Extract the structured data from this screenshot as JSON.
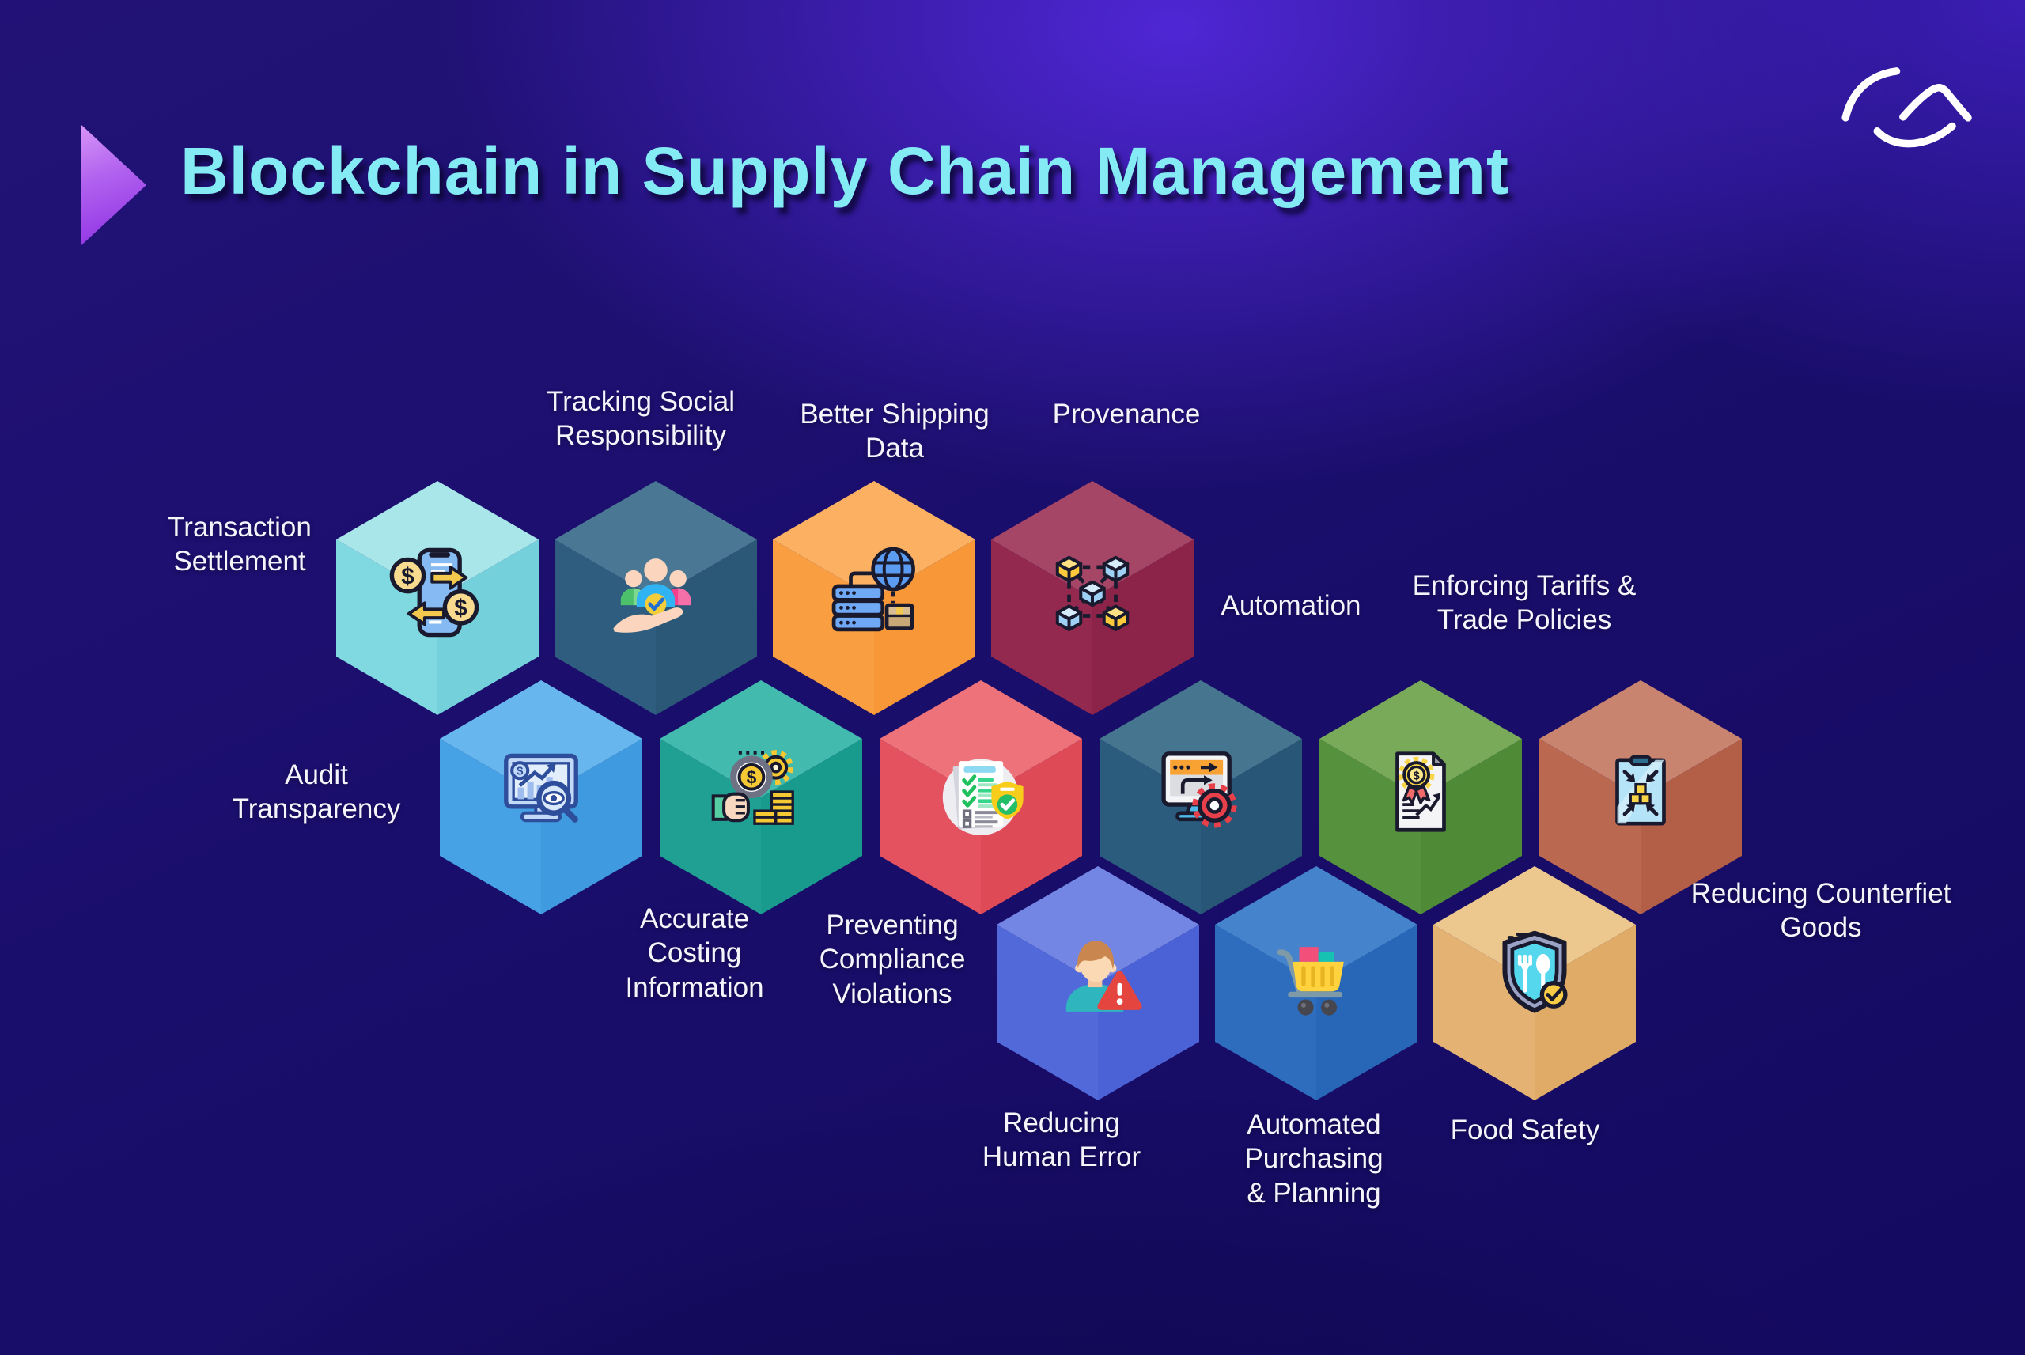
{
  "header": {
    "title": "Blockchain in Supply Chain Management",
    "title_color": "#84EAF4",
    "arrow_color_top": "#D795F7",
    "arrow_color_bottom": "#8A2BE2",
    "logo_icon": "brand-swoosh-logo"
  },
  "background": {
    "base": "#140A60",
    "glow": "#582AE6"
  },
  "items": [
    {
      "id": "transaction-settlement",
      "label": "Transaction Settlement",
      "label_lines": [
        "Transaction",
        "Settlement"
      ],
      "icon": "money-transfer-icon",
      "colors": {
        "top": "#A9E6EA",
        "left": "#80D8E0",
        "right": "#74D1DB"
      }
    },
    {
      "id": "tracking-social-responsibility",
      "label": "Tracking Social Responsibility",
      "label_lines": [
        "Tracking Social",
        "Responsibility"
      ],
      "icon": "social-responsibility-icon",
      "colors": {
        "top": "#4A7894",
        "left": "#2F5D7F",
        "right": "#2B5877"
      }
    },
    {
      "id": "better-shipping-data",
      "label": "Better Shipping Data",
      "label_lines": [
        "Better Shipping",
        "Data"
      ],
      "icon": "shipping-data-icon",
      "colors": {
        "top": "#FBB062",
        "left": "#F99E41",
        "right": "#F79738"
      }
    },
    {
      "id": "provenance",
      "label": "Provenance",
      "label_lines": [
        "Provenance"
      ],
      "icon": "blockchain-network-icon",
      "colors": {
        "top": "#A64667",
        "left": "#93294E",
        "right": "#8C2449"
      }
    },
    {
      "id": "audit-transparency",
      "label": "Audit Transparency",
      "label_lines": [
        "Audit",
        "Transparency"
      ],
      "icon": "audit-monitor-icon",
      "colors": {
        "top": "#67B7EE",
        "left": "#46A1E5",
        "right": "#3F9ADF"
      }
    },
    {
      "id": "accurate-costing-information",
      "label": "Accurate Costing Information",
      "label_lines": [
        "Accurate",
        "Costing",
        "Information"
      ],
      "icon": "costing-icon",
      "colors": {
        "top": "#42BAAE",
        "left": "#1FA093",
        "right": "#189A8D"
      }
    },
    {
      "id": "preventing-compliance-violations",
      "label": "Preventing Compliance Violations",
      "label_lines": [
        "Preventing",
        "Compliance",
        "Violations"
      ],
      "icon": "compliance-checklist-icon",
      "colors": {
        "top": "#ED7279",
        "left": "#E3525E",
        "right": "#DF4A57"
      }
    },
    {
      "id": "automation",
      "label": "Automation",
      "label_lines": [
        "Automation"
      ],
      "icon": "automation-monitor-icon",
      "colors": {
        "top": "#46768F",
        "left": "#2B5C7E",
        "right": "#275676"
      }
    },
    {
      "id": "enforcing-tariffs-trade-policies",
      "label": "Enforcing Tariffs & Trade Policies",
      "label_lines": [
        "Enforcing Tariffs &",
        "Trade Policies"
      ],
      "icon": "tariff-certificate-icon",
      "colors": {
        "top": "#78AA59",
        "left": "#56923D",
        "right": "#4F8B37"
      }
    },
    {
      "id": "reducing-counterfiet-goods",
      "label": "Reducing Counterfiet Goods",
      "label_lines": [
        "Reducing Counterfiet",
        "Goods"
      ],
      "icon": "anti-counterfeit-icon",
      "colors": {
        "top": "#C9846F",
        "left": "#BA684F",
        "right": "#B35F48"
      }
    },
    {
      "id": "reducing-human-error",
      "label": "Reducing Human Error",
      "label_lines": [
        "Reducing",
        "Human Error"
      ],
      "icon": "human-error-icon",
      "colors": {
        "top": "#7386E4",
        "left": "#5269DA",
        "right": "#4B62D6"
      }
    },
    {
      "id": "automated-purchasing-planning",
      "label": "Automated Purchasing & Planning",
      "label_lines": [
        "Automated",
        "Purchasing",
        "& Planning"
      ],
      "icon": "purchasing-cart-icon",
      "colors": {
        "top": "#4584CC",
        "left": "#2E6DBD",
        "right": "#2867B7"
      }
    },
    {
      "id": "food-safety",
      "label": "Food Safety",
      "label_lines": [
        "Food Safety"
      ],
      "icon": "food-safety-icon",
      "colors": {
        "top": "#ECC88E",
        "left": "#E4B373",
        "right": "#DFAB67"
      }
    }
  ]
}
